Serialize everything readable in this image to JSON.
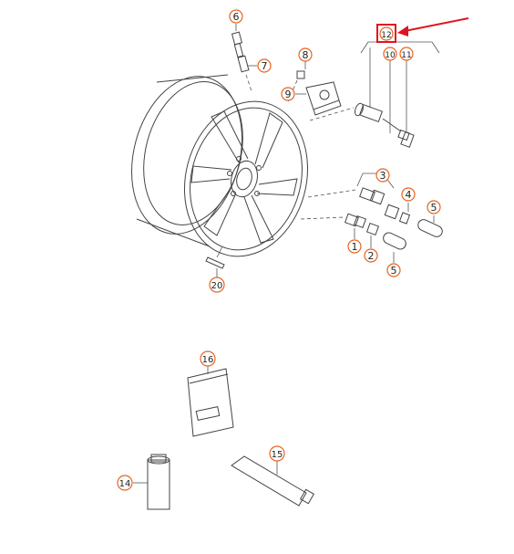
{
  "callouts": {
    "c1": "1",
    "c2": "2",
    "c3": "3",
    "c4": "4",
    "c5a": "5",
    "c5b": "5",
    "c6": "6",
    "c7": "7",
    "c8": "8",
    "c9": "9",
    "c10": "10",
    "c11": "11",
    "c12": "12",
    "c14": "14",
    "c15": "15",
    "c16": "16",
    "c20": "20"
  },
  "colors": {
    "callout_ring": "#e8641e",
    "highlight": "#e0141e",
    "line": "#444444"
  }
}
